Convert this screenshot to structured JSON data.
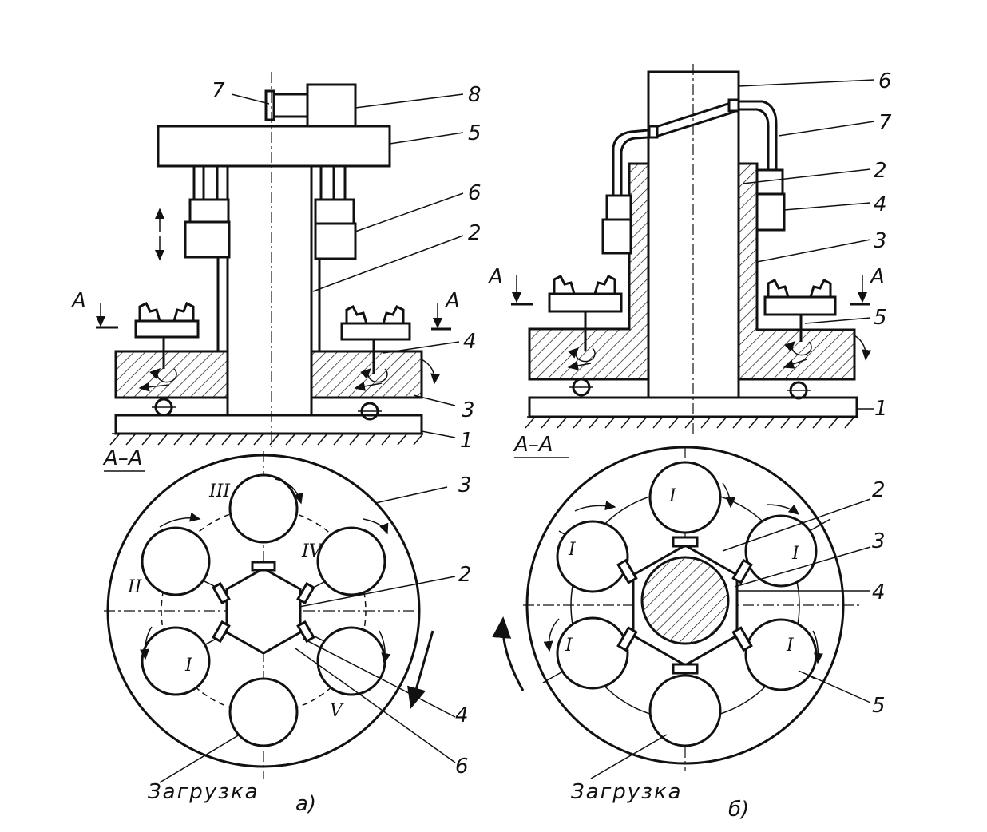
{
  "labels_a": {
    "l7": "7",
    "l8": "8",
    "l5": "5",
    "l6": "6",
    "l2": "2",
    "l4": "4",
    "l3": "3",
    "l1": "1",
    "sec": "A",
    "section_title": "A–A",
    "p3": "3",
    "p2": "2",
    "p4": "4",
    "p6": "6",
    "rI": "I",
    "rII": "II",
    "rIII": "III",
    "rIV": "IV",
    "rV": "V",
    "load": "Загрузка",
    "caption": "a)"
  },
  "labels_b": {
    "l6": "6",
    "l7": "7",
    "l2": "2",
    "l4": "4",
    "l3": "3",
    "l5": "5",
    "l1": "1",
    "sec": "A",
    "section_title": "A–A",
    "p2": "2",
    "p3": "3",
    "p4": "4",
    "p5": "5",
    "rI": "I",
    "load": "Загрузка",
    "caption": "б)"
  }
}
